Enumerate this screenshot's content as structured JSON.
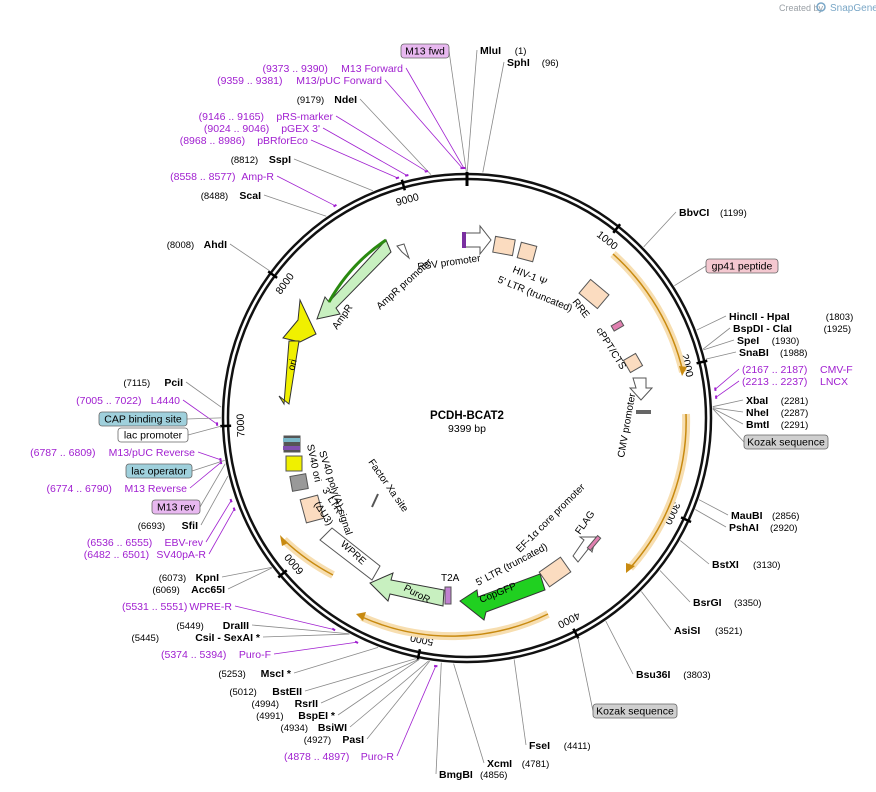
{
  "credit": {
    "prefix": "Created by",
    "brand": "SnapGene"
  },
  "plasmid": {
    "name": "PCDH-BCAT2",
    "length": "9399 bp"
  },
  "ticks": [
    "1000",
    "2000",
    "3000",
    "4000",
    "5000",
    "6000",
    "7000",
    "8000",
    "9000"
  ],
  "sites": [
    {
      "name": "MluI",
      "pos": "(1)"
    },
    {
      "name": "SphI",
      "pos": "(96)"
    },
    {
      "name": "BbvCI",
      "pos": "(1199)"
    },
    {
      "name": "HincII  - HpaI",
      "pos": "(1803)"
    },
    {
      "name": "BspDI  - ClaI",
      "pos": "(1925)"
    },
    {
      "name": "SpeI",
      "pos": "(1930)"
    },
    {
      "name": "SnaBI",
      "pos": "(1988)"
    },
    {
      "name": "XbaI",
      "pos": "(2281)"
    },
    {
      "name": "NheI",
      "pos": "(2287)"
    },
    {
      "name": "BmtI",
      "pos": "(2291)"
    },
    {
      "name": "MauBI",
      "pos": "(2856)"
    },
    {
      "name": "PshAI",
      "pos": "(2920)"
    },
    {
      "name": "BstXI",
      "pos": "(3130)"
    },
    {
      "name": "BsrGI",
      "pos": "(3350)"
    },
    {
      "name": "AsiSI",
      "pos": "(3521)"
    },
    {
      "name": "Bsu36I",
      "pos": "(3803)"
    },
    {
      "name": "FseI",
      "pos": "(4411)"
    },
    {
      "name": "XcmI",
      "pos": "(4781)"
    },
    {
      "name": "BmgBI",
      "pos": "(4856)"
    },
    {
      "name": "NdeI",
      "pos": "(9179)"
    },
    {
      "name": "SspI",
      "pos": "(8812)"
    },
    {
      "name": "ScaI",
      "pos": "(8488)"
    },
    {
      "name": "AhdI",
      "pos": "(8008)"
    },
    {
      "name": "PciI",
      "pos": "(7115)"
    },
    {
      "name": "SfiI",
      "pos": "(6693)"
    },
    {
      "name": "KpnI",
      "pos": "(6073)"
    },
    {
      "name": "Acc65I",
      "pos": "(6069)"
    },
    {
      "name": "DraIII",
      "pos": "(5449)"
    },
    {
      "name": "CsiI  - SexAI *",
      "pos": "(5445)"
    },
    {
      "name": "MscI *",
      "pos": "(5253)"
    },
    {
      "name": "BstEII",
      "pos": "(5012)"
    },
    {
      "name": "RsrII",
      "pos": "(4994)"
    },
    {
      "name": "BspEI *",
      "pos": "(4991)"
    },
    {
      "name": "BsiWI",
      "pos": "(4934)"
    },
    {
      "name": "PasI",
      "pos": "(4927)"
    }
  ],
  "primers": [
    {
      "range": "(9373 .. 9390)",
      "name": "M13 Forward"
    },
    {
      "range": "(9359 .. 9381)",
      "name": "M13/pUC Forward"
    },
    {
      "range": "(9146 .. 9165)",
      "name": "pRS-marker"
    },
    {
      "range": "(9024 .. 9046)",
      "name": "pGEX 3'"
    },
    {
      "range": "(8968 .. 8986)",
      "name": "pBRforEco"
    },
    {
      "range": "(8558 .. 8577)",
      "name": "Amp-R"
    },
    {
      "range": "(2167 .. 2187)",
      "name": "CMV-F"
    },
    {
      "range": "(2213 .. 2237)",
      "name": "LNCX"
    },
    {
      "range": "(7005 .. 7022)",
      "name": "L4440"
    },
    {
      "range": "(6787 .. 6809)",
      "name": "M13/pUC Reverse"
    },
    {
      "range": "(6774 .. 6790)",
      "name": "M13 Reverse"
    },
    {
      "range": "(6536 .. 6555)",
      "name": "EBV-rev"
    },
    {
      "range": "(6482 .. 6501)",
      "name": "SV40pA-R"
    },
    {
      "range": "(5531 .. 5551)",
      "name": "WPRE-R"
    },
    {
      "range": "(5374 .. 5394)",
      "name": "Puro-F"
    },
    {
      "range": "(4878 .. 4897)",
      "name": "Puro-R"
    }
  ],
  "boxed_labels": [
    {
      "text": "M13 fwd",
      "color": "#e8b8f0"
    },
    {
      "text": "gp41 peptide",
      "color": "#f4c8d0"
    },
    {
      "text": "Kozak sequence",
      "color": "#cfcfcf"
    },
    {
      "text": "Kozak sequence",
      "color": "#cfcfcf"
    },
    {
      "text": "CAP binding site",
      "color": "#9fd0dc"
    },
    {
      "text": "lac promoter",
      "color": "#ffffff"
    },
    {
      "text": "lac operator",
      "color": "#9fd0dc"
    },
    {
      "text": "M13 rev",
      "color": "#e8b8f0"
    }
  ],
  "features": {
    "rsv": "RSV promoter",
    "hiv": "HIV-1 Ψ",
    "ltr5": "5' LTR (truncated)",
    "rre": "RRE",
    "cppt": "cPPT/CTS",
    "cmv": "CMV promoter",
    "ef1a": "EF-1α core promoter",
    "flag": "FLAG",
    "ltr5b": "5' LTR (truncated)",
    "copgfp": "CopGFP",
    "t2a": "T2A",
    "puror": "PuroR",
    "wpre": "WPRE",
    "ltr3": "3' LTR",
    "ltr3b": "(ΔU3)",
    "sv40pa": "SV40 poly(A) signal",
    "sv40ori": "SV40 ori",
    "factorxa": "Factor Xa site",
    "ori": "ori",
    "ampr": "AmpR",
    "amprprom": "AmpR promoter"
  },
  "colors": {
    "primer": "#a01fd0",
    "orf_band": "#f7deb0",
    "orf_arrow": "#c88a10",
    "ampr_fill": "#c8f0c0",
    "ori_fill": "#f0f000",
    "copgfp_fill": "#20d020",
    "feature_box": "#fbdcc0"
  }
}
